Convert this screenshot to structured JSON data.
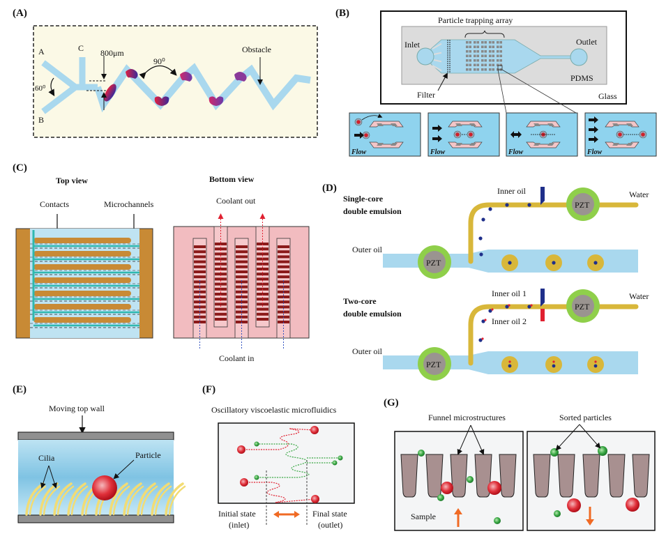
{
  "panels": {
    "A": {
      "tag": "(A)",
      "inlet_a": "A",
      "inlet_b": "B",
      "inlet_c": "C",
      "angle_inlet": "60⁰",
      "width_label": "800μm",
      "angle_turn": "90⁰",
      "obstacle_label": "Obstacle"
    },
    "B": {
      "tag": "(B)",
      "array_label": "Particle trapping array",
      "inlet_label": "Inlet",
      "outlet_label": "Outlet",
      "pdms_label": "PDMS",
      "filter_label": "Filter",
      "glass_label": "Glass",
      "flow_labels": [
        "Flow",
        "Flow",
        "Flow",
        "Flow"
      ]
    },
    "C": {
      "tag": "(C)",
      "top_view_title": "Top view",
      "bottom_view_title": "Bottom view",
      "contacts_label": "Contacts",
      "microchannels_label": "Microchannels",
      "coolant_out_label": "Coolant out",
      "coolant_in_label": "Coolant in"
    },
    "D": {
      "tag": "(D)",
      "single_core_title_1": "Single-core",
      "single_core_title_2": "double emulsion",
      "two_core_title_1": "Two-core",
      "two_core_title_2": "double emulsion",
      "inner_oil_label": "Inner oil",
      "inner_oil_1_label": "Inner oil 1",
      "inner_oil_2_label": "Inner oil 2",
      "water_label": "Water",
      "outer_oil_label": "Outer oil",
      "pzt_label": "PZT"
    },
    "E": {
      "tag": "(E)",
      "top_wall_label": "Moving top wall",
      "cilia_label": "Cilia",
      "particle_label": "Particle"
    },
    "F": {
      "tag": "(F)",
      "title": "Oscillatory viscoelastic microfluidics",
      "initial_label_1": "Initial state",
      "initial_label_2": "(inlet)",
      "final_label_1": "Final state",
      "final_label_2": "(outlet)"
    },
    "G": {
      "tag": "(G)",
      "funnel_label": "Funnel microstructures",
      "sorted_label": "Sorted particles",
      "sample_label": "Sample"
    }
  },
  "colors": {
    "channel_blue": "#a9d8ee",
    "panel_a_bg": "#fbf9e6",
    "pdms_gray": "#dcdcdc",
    "contact_brown": "#c88a35",
    "teal": "#2fb8b0",
    "pink_bg": "#f2bcc0",
    "dark_red": "#8b1a1a",
    "yellow_channel": "#d8b73a",
    "pzt_green": "#8fcf4a",
    "pzt_gray": "#9a9490",
    "funnel_brown": "#a89090",
    "arrow_orange": "#f06a24",
    "particle_red": "#e0202a",
    "particle_green": "#3aa845"
  }
}
